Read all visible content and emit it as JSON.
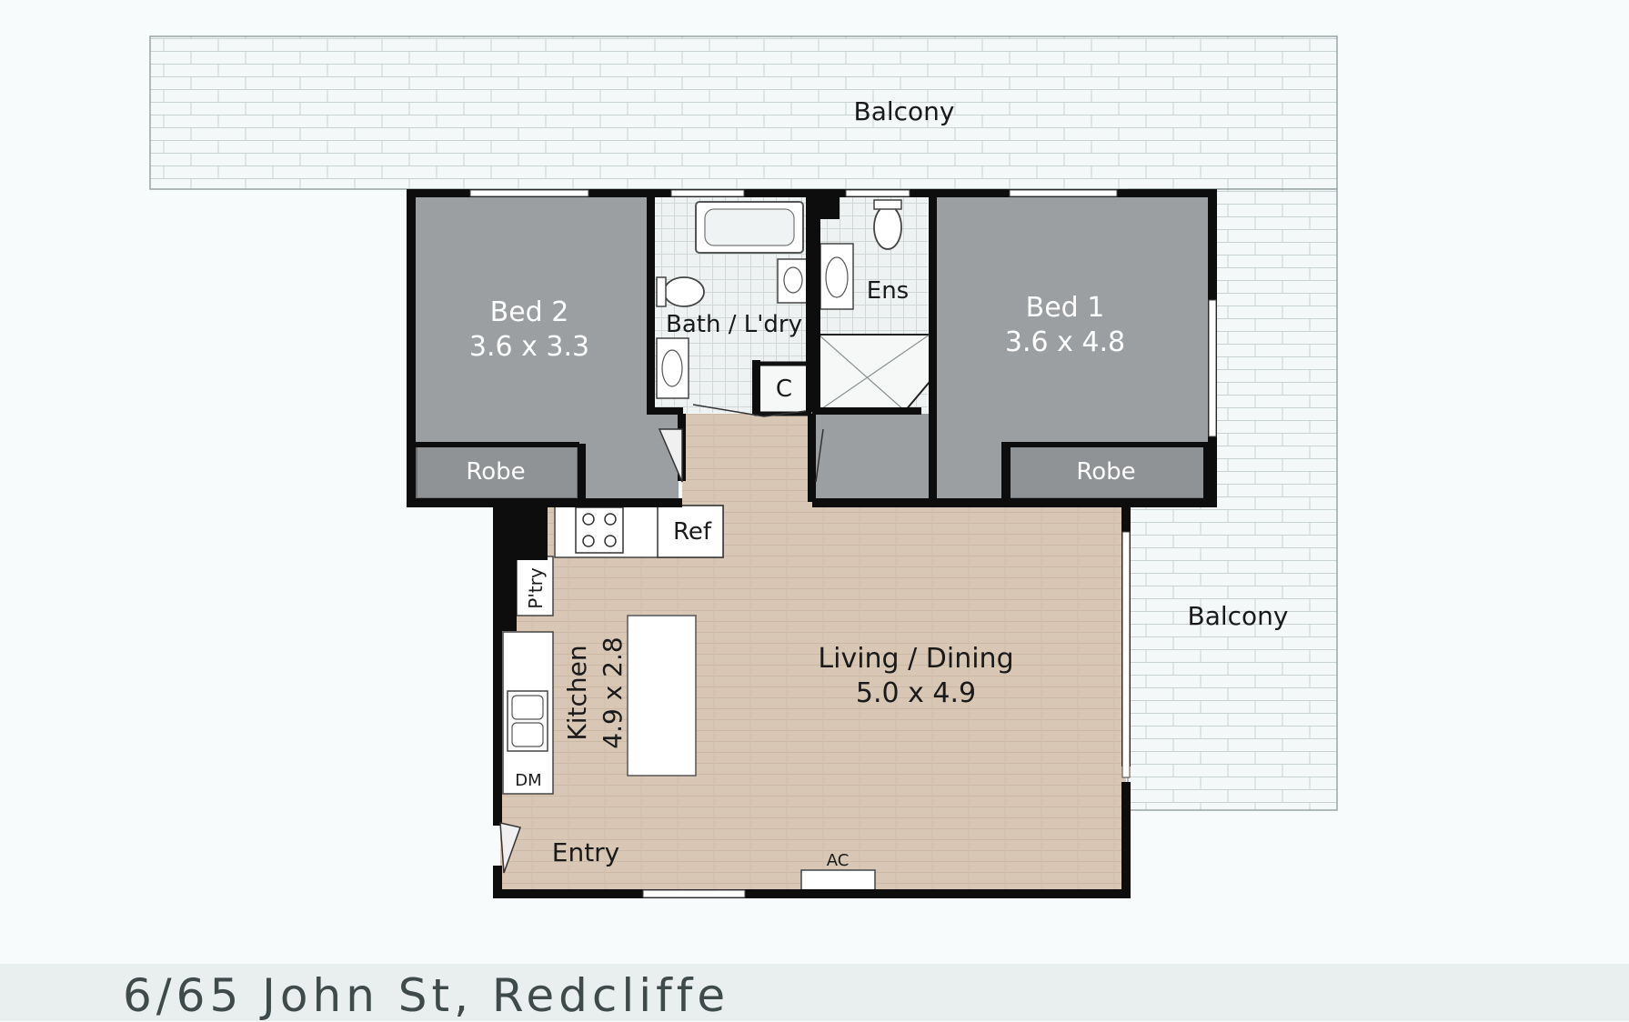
{
  "title": "6/65 John St, Redcliffe",
  "colors": {
    "background": "#f7fbfb",
    "wall": "#0d0d0d",
    "bedroom_floor": "#9b9fa1",
    "timber_floor": "#d8c7b5",
    "tile_floor": "#e9eeee",
    "balcony_paving": "#f4f8f8",
    "footer": "#e9eeee"
  },
  "rooms": {
    "balcony_top": {
      "name": "Balcony"
    },
    "balcony_side": {
      "name": "Balcony"
    },
    "bed2": {
      "name": "Bed 2",
      "size": "3.6 x 3.3"
    },
    "bed1": {
      "name": "Bed 1",
      "size": "3.6 x 4.8"
    },
    "bath": {
      "name": "Bath / L'dry"
    },
    "ensuite": {
      "name": "Ens"
    },
    "cupboard": {
      "name": "C"
    },
    "robe_left": {
      "name": "Robe"
    },
    "robe_right": {
      "name": "Robe"
    },
    "kitchen": {
      "name": "Kitchen",
      "size": "4.9 x 2.8"
    },
    "living": {
      "name": "Living / Dining",
      "size": "5.0 x 4.9"
    },
    "entry": {
      "name": "Entry"
    },
    "pantry": {
      "name": "P'try"
    },
    "fridge": {
      "name": "Ref"
    },
    "dishwasher": {
      "name": "DM"
    },
    "aircon": {
      "name": "AC"
    }
  }
}
